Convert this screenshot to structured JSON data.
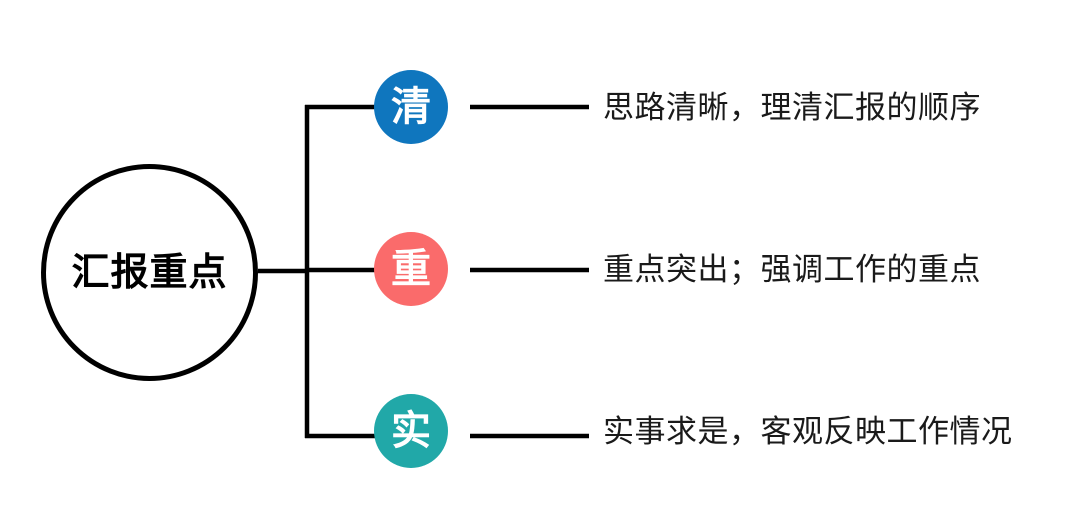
{
  "diagram": {
    "type": "bracket-mindmap",
    "root": {
      "label": "汇报重点",
      "shape": "circle",
      "stroke_color": "#000000",
      "fill_color": "#ffffff",
      "text_color": "#000000"
    },
    "branches": [
      {
        "badge_char": "清",
        "badge_color": "#0F76BE",
        "badge_text_color": "#ffffff",
        "description": "思路清晰，理清汇报的顺序"
      },
      {
        "badge_char": "重",
        "badge_color": "#FA6B6B",
        "badge_text_color": "#ffffff",
        "description": "重点突出；强调工作的重点"
      },
      {
        "badge_char": "实",
        "badge_color": "#21A8A8",
        "badge_text_color": "#ffffff",
        "description": "实事求是，客观反映工作情况"
      }
    ],
    "connector_color": "#000000",
    "background_color": "#ffffff"
  }
}
